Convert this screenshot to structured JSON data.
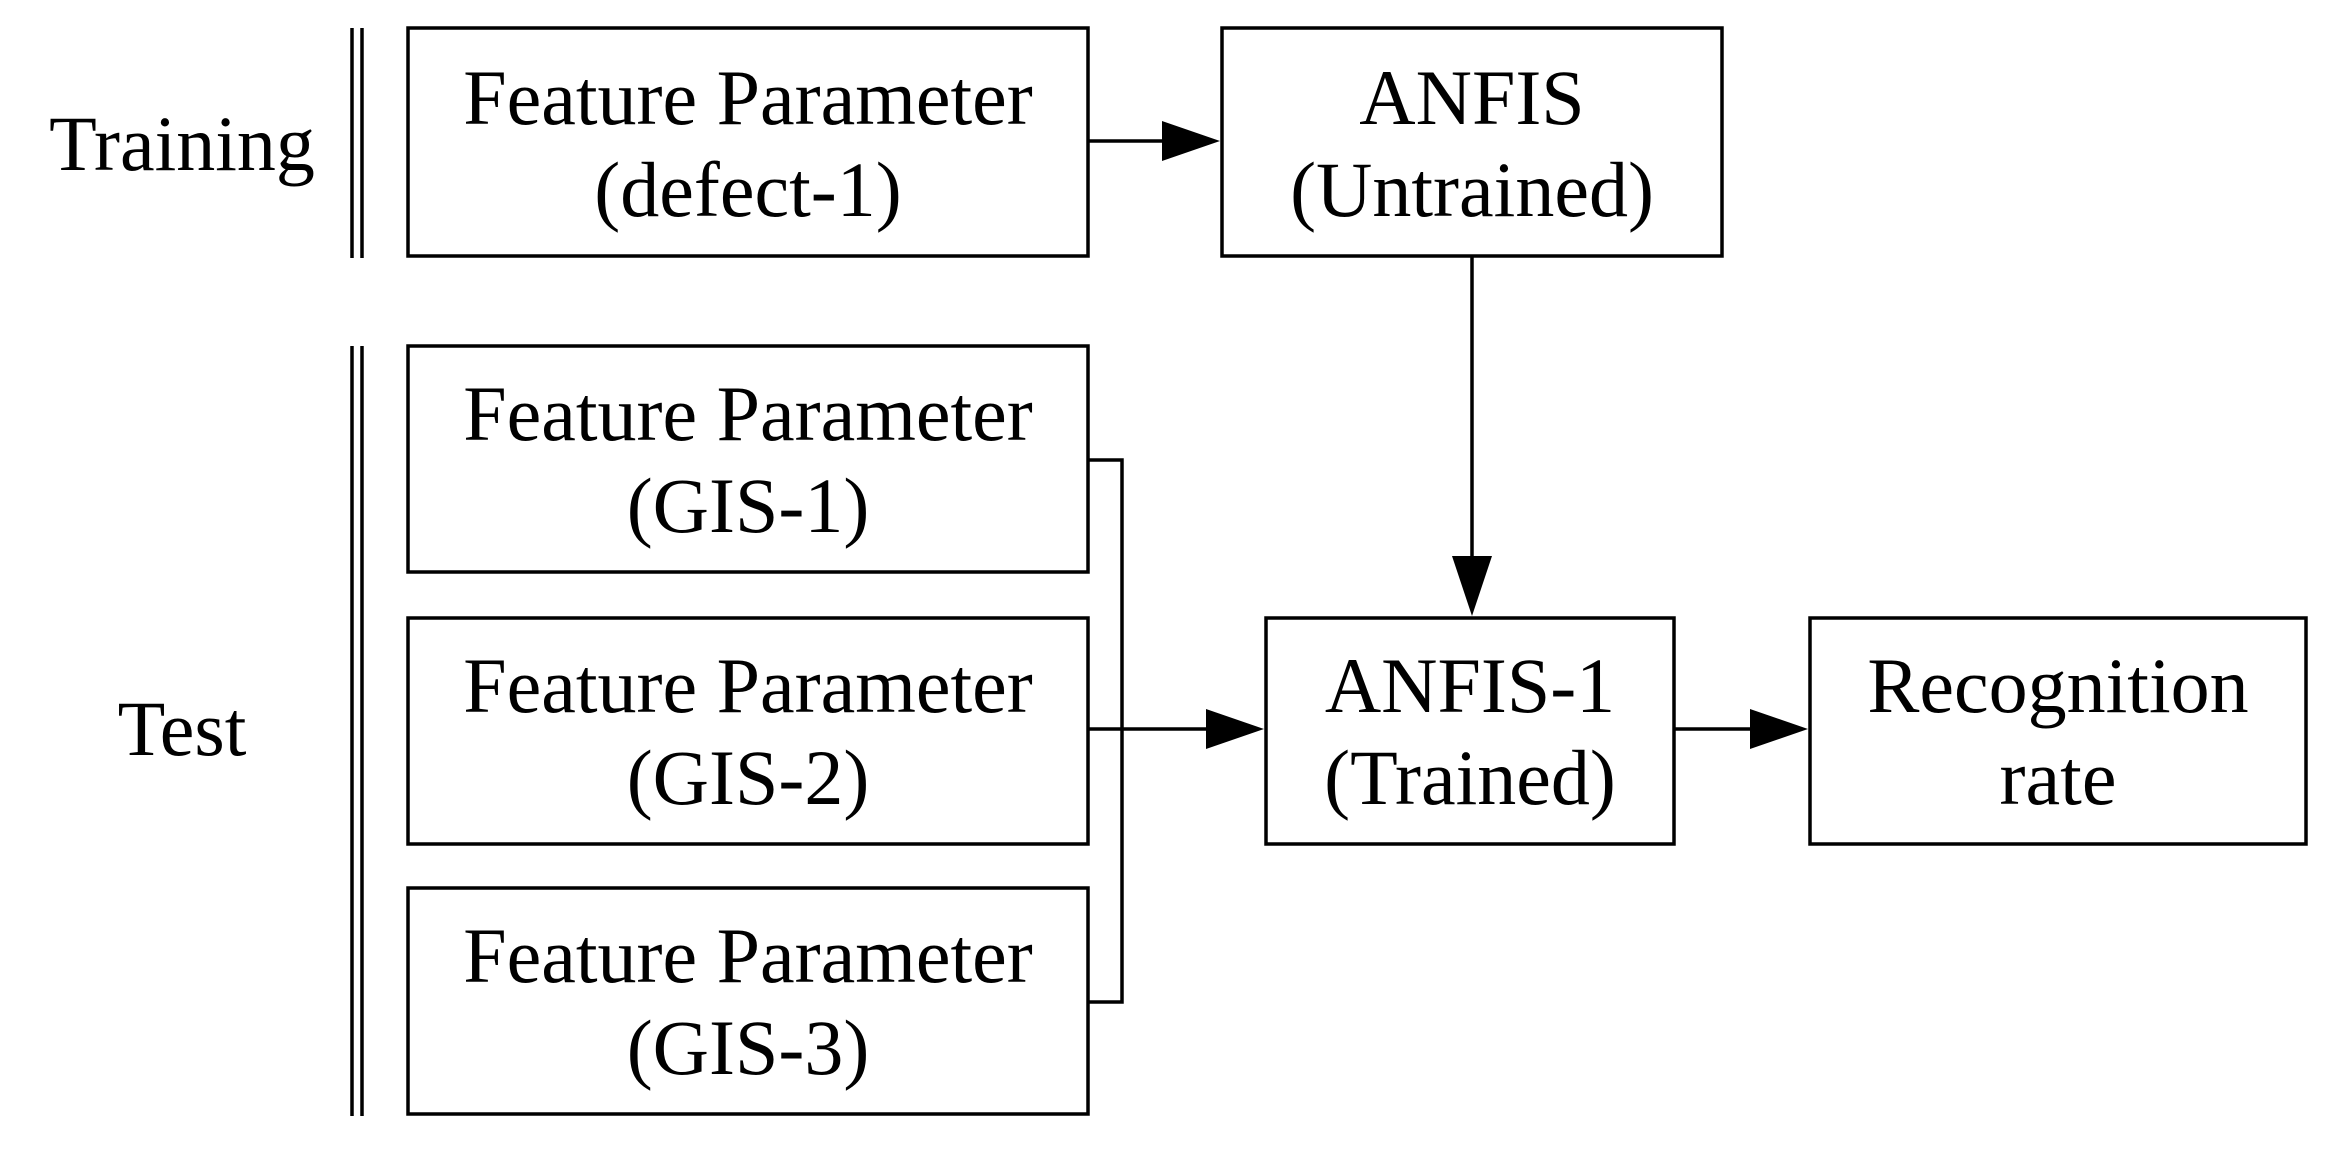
{
  "sections": {
    "training": "Training",
    "test": "Test"
  },
  "boxes": {
    "fp_defect1": {
      "line1": "Feature Parameter",
      "line2": "(defect-1)"
    },
    "anfis_untrained": {
      "line1": "ANFIS",
      "line2": "(Untrained)"
    },
    "fp_gis1": {
      "line1": "Feature Parameter",
      "line2": "(GIS-1)"
    },
    "fp_gis2": {
      "line1": "Feature Parameter",
      "line2": "(GIS-2)"
    },
    "fp_gis3": {
      "line1": "Feature Parameter",
      "line2": "(GIS-3)"
    },
    "anfis1_trained": {
      "line1": "ANFIS-1",
      "line2": "(Trained)"
    },
    "recognition_rate": {
      "line1": "Recognition",
      "line2": "rate"
    }
  },
  "colors": {
    "stroke": "#000000",
    "background": "#ffffff"
  }
}
